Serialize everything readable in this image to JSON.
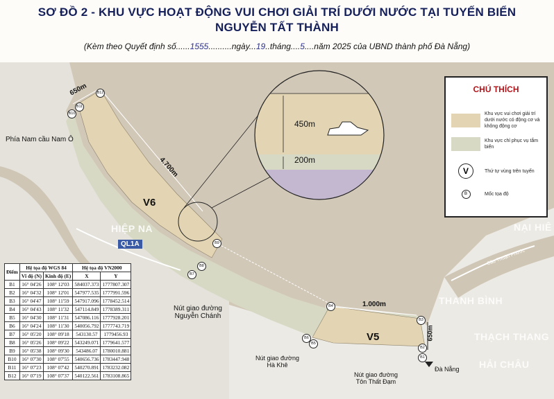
{
  "title_line1": "SƠ ĐỒ 2 - KHU VỰC HOẠT ĐỘNG VUI CHƠI GIẢI TRÍ DƯỚI NƯỚC TẠI TUYẾN BIỂN",
  "title_line2": "NGUYỄN TẤT THÀNH",
  "subtitle": {
    "pre": "(Kèm theo Quyết định số",
    "number": "1555",
    "mid1": "ngày",
    "day": "19",
    "mid2": "tháng",
    "month": "5",
    "post": "năm 2025 của UBND thành phố Đà Nẵng)"
  },
  "colors": {
    "zone": "#e3d5b3",
    "service": "#d7d9c4",
    "sea": "#d2c8b8",
    "land": "#eceae4",
    "legend_title": "#b0141a",
    "title": "#15205a"
  },
  "labels": {
    "bridge": "Phía Nam cầu Nam Ô",
    "hiep_nam": "HIỆP NA",
    "ql1a": "QL1A",
    "nai_hien": "NẠI HIÊ",
    "thanh_binh": "THANH BÌNH",
    "thach_thang": "THẠCH THANG",
    "hai_chau": "HẢI CHÂU",
    "road_thuan_phuoc": "Cầu Thuận Phước",
    "junction_nc_1": "Nút giao đường",
    "junction_nc_2": "Nguyễn Chánh",
    "junction_hk_1": "Nút giao đường",
    "junction_hk_2": "Hà Khê",
    "junction_ttd_1": "Nút giao đường",
    "junction_ttd_2": "Tôn Thất Đạm",
    "da_nang": "Đà Nẵng"
  },
  "zones": {
    "v6": "V6",
    "v5": "V5"
  },
  "distances": {
    "d650_top": "650m",
    "d4700": "4.700m",
    "d1000": "1.000m",
    "d650_right": "650m"
  },
  "inset": {
    "d450": "450m",
    "d200": "200m"
  },
  "points": {
    "b1": "B1",
    "b2": "B2",
    "b3": "B3",
    "b4": "B4",
    "b5": "B5",
    "b6": "B6",
    "b7": "B7",
    "b8": "B8",
    "b9": "B9",
    "b10": "B10",
    "b11": "B11",
    "b12": "B12"
  },
  "legend": {
    "title": "CHÚ THÍCH",
    "item1": "Khu vực vui chơi giải trí dưới nước có động cơ và không động cơ",
    "item2": "Khu vực chỉ phục vụ tắm biển",
    "item3_symbol": "V",
    "item3": "Thứ tự vùng trên tuyến",
    "item4_symbol": "B",
    "item4": "Mốc tọa độ"
  },
  "table": {
    "h_point": "Điểm",
    "h_wgs": "Hệ tọa độ WGS 84",
    "h_vn": "Hệ tọa độ VN2000",
    "h_lat": "Vĩ độ (N)",
    "h_lon": "Kinh độ (E)",
    "h_x": "X",
    "h_y": "Y",
    "rows": [
      [
        "B1",
        "16° 04'26",
        "108° 12'03",
        "584037.373",
        "1777807.307"
      ],
      [
        "B2",
        "16° 04'32",
        "108° 12'01",
        "547977.535",
        "1777991.596"
      ],
      [
        "B3",
        "16° 04'47",
        "108° 11'59",
        "547917.096",
        "1778452.514"
      ],
      [
        "B4",
        "16° 04'43",
        "108° 11'32",
        "547114.849",
        "1778389.311"
      ],
      [
        "B5",
        "16° 04'30",
        "108° 11'31",
        "547086.116",
        "1777928.201"
      ],
      [
        "B6",
        "16° 04'24",
        "108° 11'30",
        "540056.792",
        "1777743.719"
      ],
      [
        "B7",
        "16° 05'20",
        "108° 09'18",
        "543130.57",
        "1779456.93"
      ],
      [
        "B8",
        "16° 05'26",
        "108° 09'22",
        "543249.071",
        "1779641.577"
      ],
      [
        "B9",
        "16° 05'38",
        "108° 09'30",
        "543486.07",
        "1780010.881"
      ],
      [
        "B10",
        "16° 07'30",
        "108° 07'55",
        "540656.736",
        "1783447.948"
      ],
      [
        "B11",
        "16° 07'23",
        "108° 07'42",
        "540270.891",
        "1783232.082"
      ],
      [
        "B12",
        "16° 07'19",
        "108° 07'37",
        "540122.561",
        "1783108.865"
      ]
    ]
  }
}
